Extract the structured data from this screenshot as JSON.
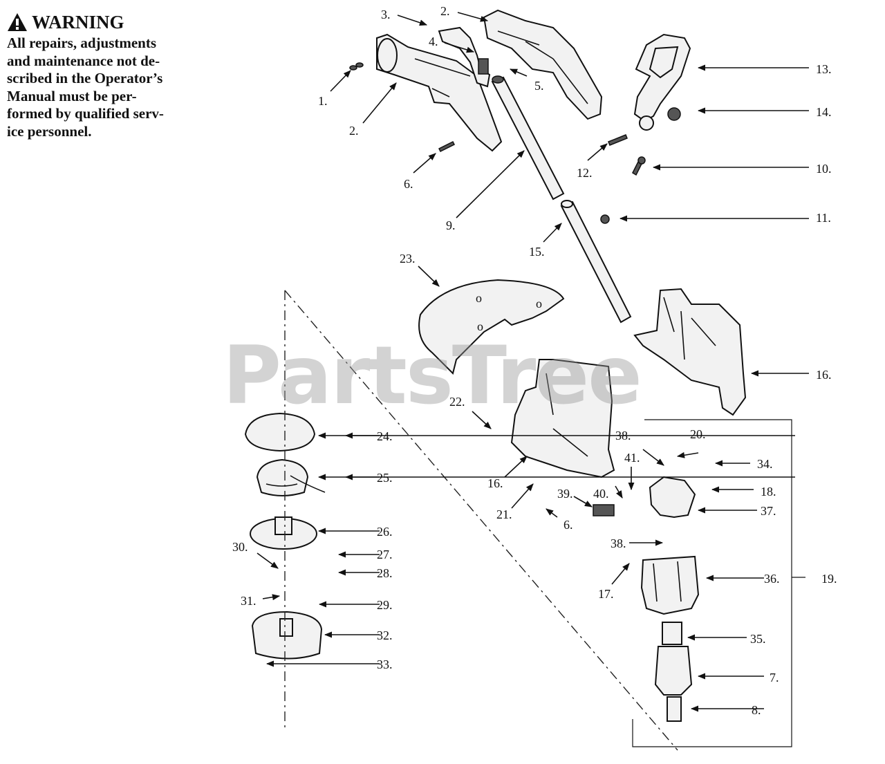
{
  "warning": {
    "title": "WARNING",
    "lines": [
      "All repairs, adjustments",
      "and maintenance not de-",
      "scribed in the Operator’s",
      "Manual must be per-",
      "formed by qualified serv-",
      "ice personnel."
    ]
  },
  "watermark": "PartsTree",
  "callouts": [
    "1.",
    "2.",
    "2.",
    "3.",
    "4.",
    "5.",
    "6.",
    "6.",
    "7.",
    "8.",
    "9.",
    "10.",
    "11.",
    "12.",
    "13.",
    "14.",
    "15.",
    "16.",
    "16.",
    "17.",
    "18.",
    "19.",
    "20.",
    "21.",
    "22.",
    "23.",
    "24.",
    "25.",
    "26.",
    "27.",
    "28.",
    "29.",
    "30.",
    "31.",
    "32.",
    "33.",
    "34.",
    "35.",
    "36.",
    "37.",
    "38.",
    "38.",
    "39.",
    "40.",
    "41."
  ]
}
